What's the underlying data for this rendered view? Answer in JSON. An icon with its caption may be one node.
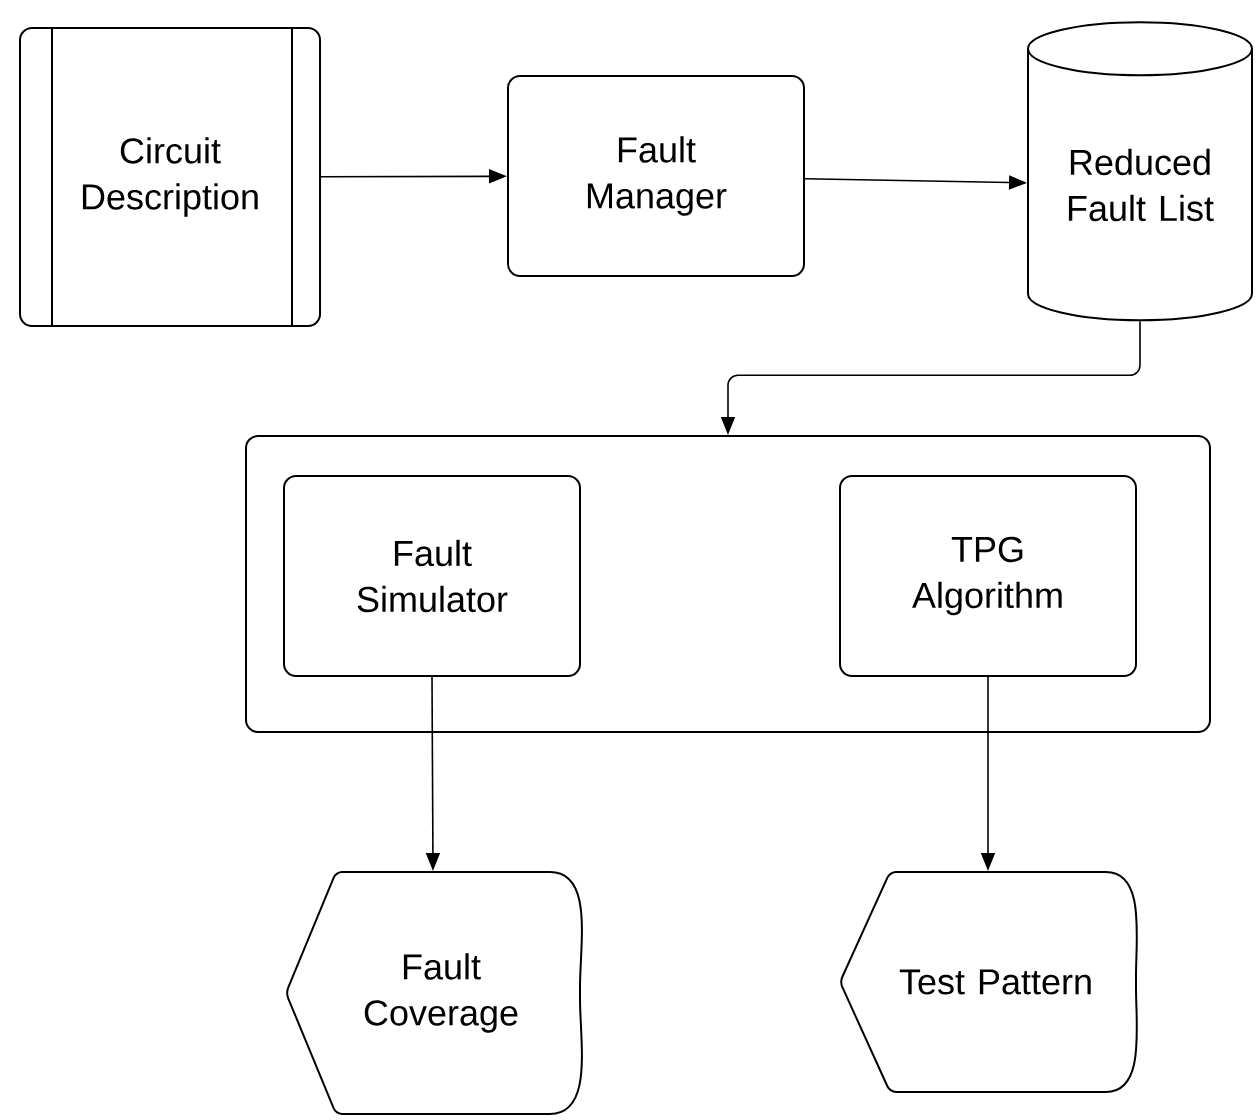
{
  "diagram": {
    "nodes": [
      {
        "text": [
          "Circuit Description"
        ]
      },
      {
        "text": [
          "Fault Manager"
        ]
      },
      {
        "text": [
          "Reduced Fault List"
        ]
      },
      {
        "text": [],
        "shape": "box"
      },
      {
        "text": [
          "Fault Simulator"
        ],
        "in": 3
      },
      {
        "text": [
          "TPG Algorithm"
        ],
        "in": 3
      },
      {
        "text": [
          "Fault Coverage"
        ]
      },
      {
        "text": [
          "Test Pattern"
        ]
      }
    ],
    "edges": [
      {
        "from": 0,
        "to": 1,
        "arrow": "to"
      },
      {
        "from": 1,
        "to": 2,
        "arrow": "to"
      },
      {
        "from": 2,
        "to": 3,
        "arrow": "to"
      },
      {
        "from": 4,
        "to": 6,
        "arrow": "to"
      },
      {
        "from": 5,
        "to": 7,
        "arrow": "to"
      }
    ]
  }
}
